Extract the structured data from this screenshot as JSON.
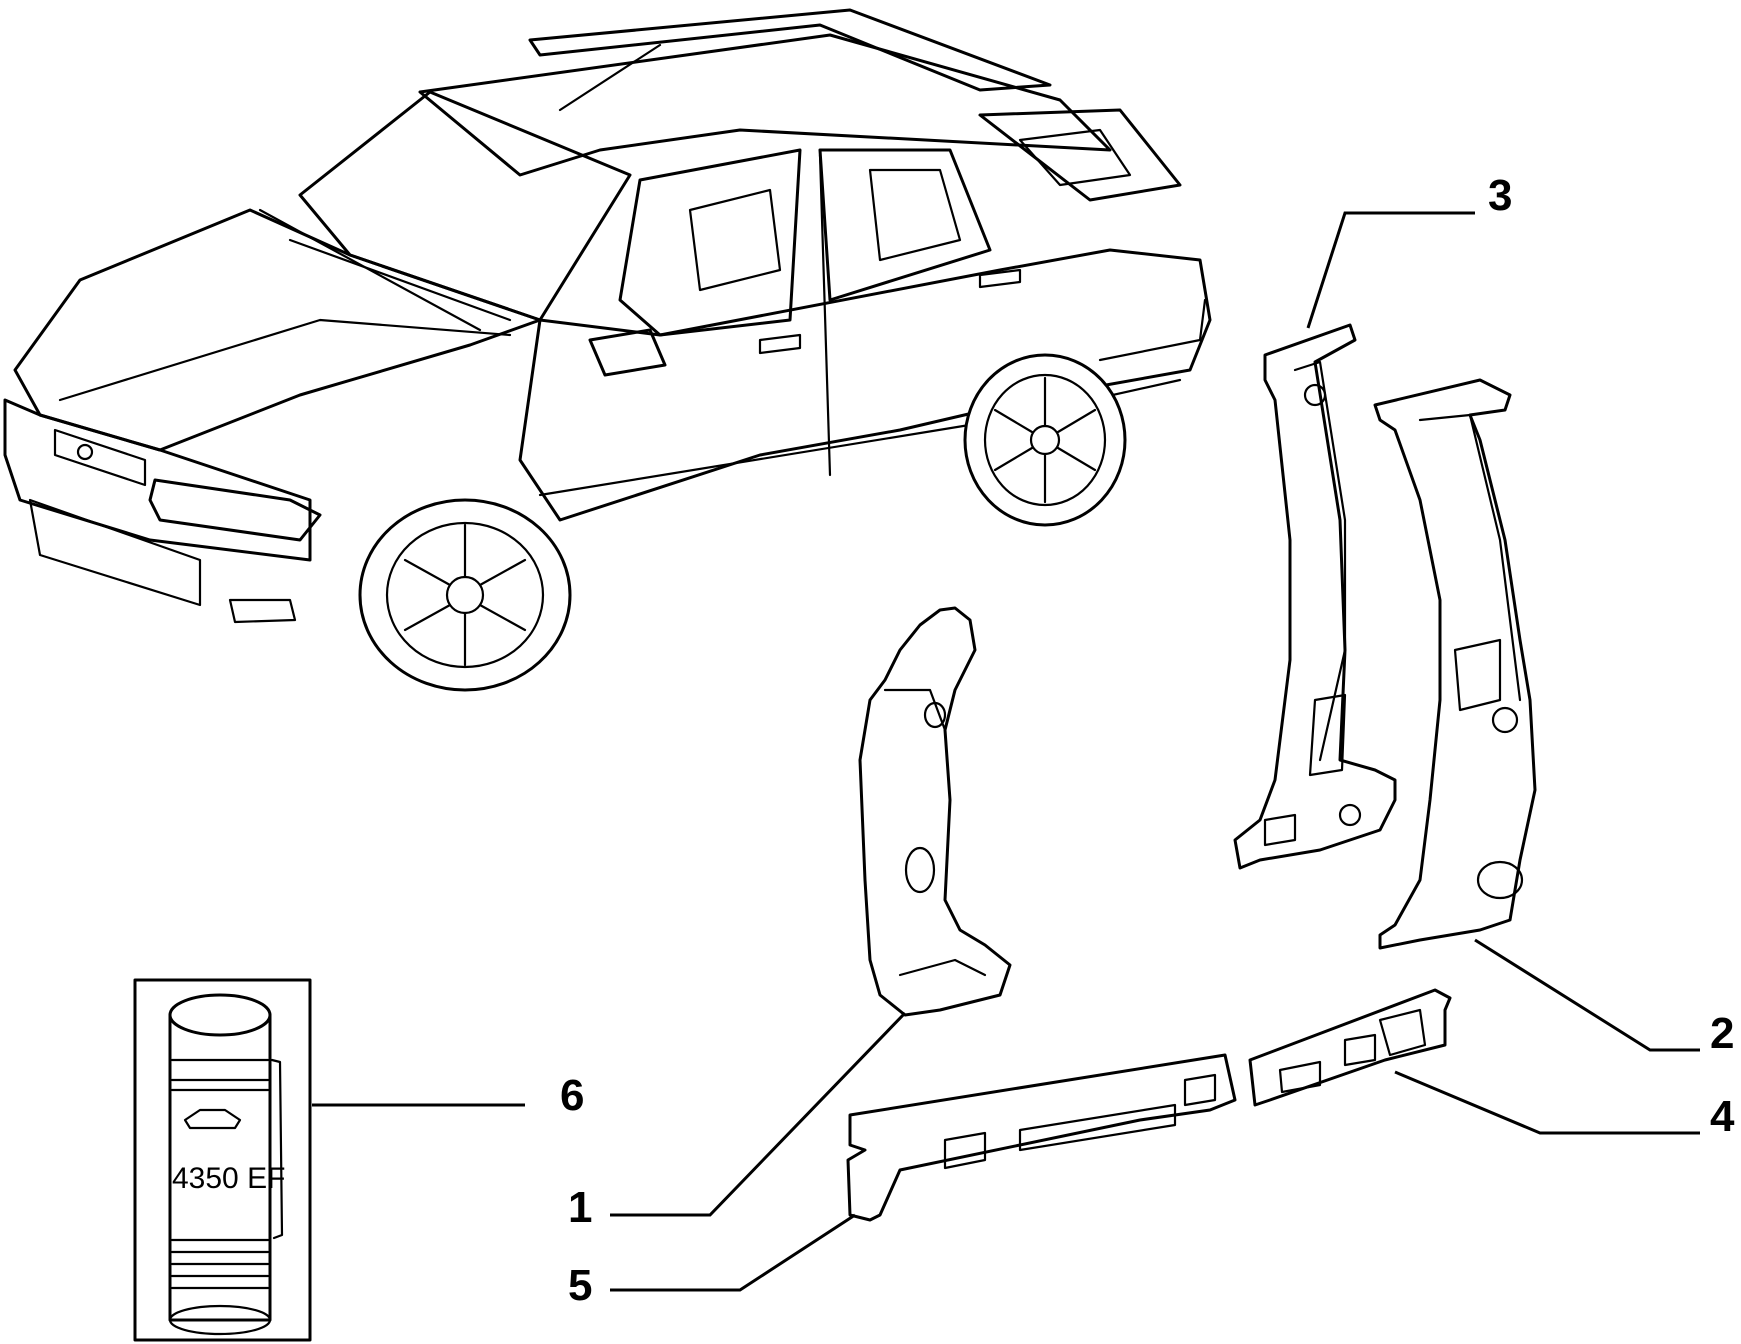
{
  "callouts": [
    {
      "id": "1",
      "label": "1"
    },
    {
      "id": "2",
      "label": "2"
    },
    {
      "id": "3",
      "label": "3"
    },
    {
      "id": "4",
      "label": "4"
    },
    {
      "id": "5",
      "label": "5"
    },
    {
      "id": "6",
      "label": "6"
    }
  ],
  "can_label": "4350 EF",
  "colors": {
    "line": "#000000",
    "background": "#ffffff"
  }
}
